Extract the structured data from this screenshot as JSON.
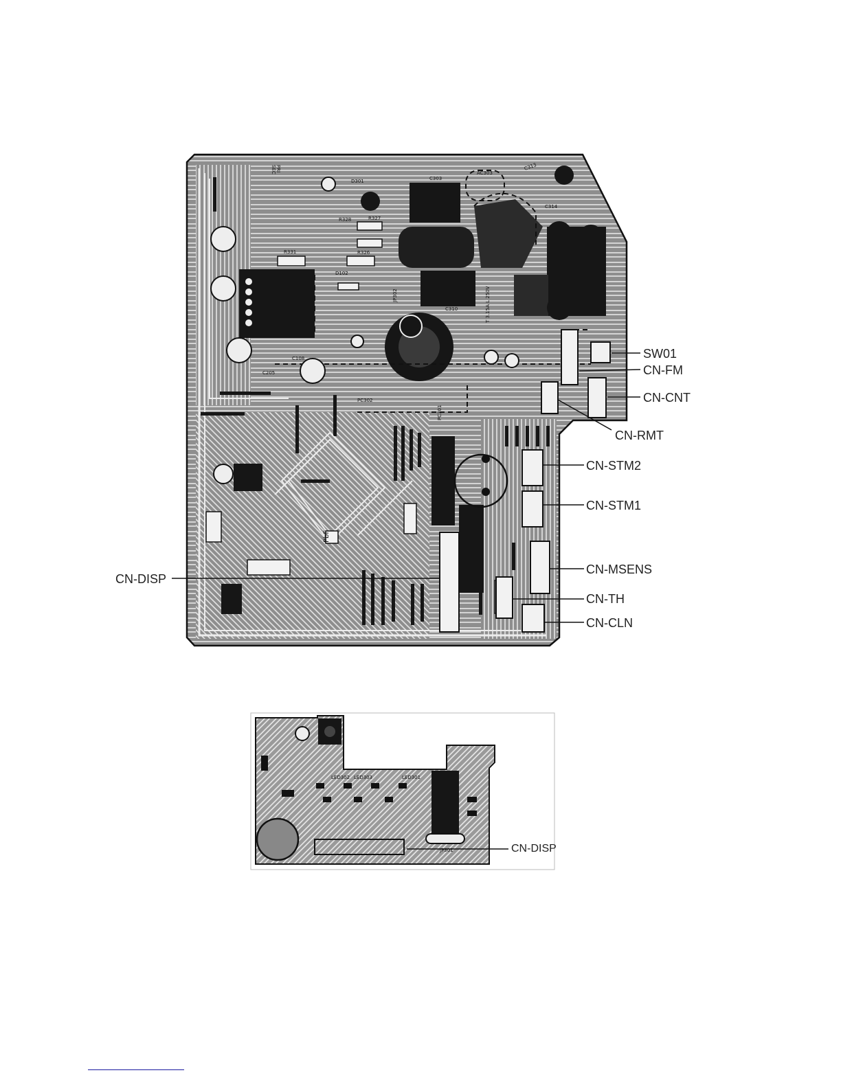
{
  "main_board": {
    "callouts": {
      "sw01": "SW01",
      "cn_fm": "CN-FM",
      "cn_cnt": "CN-CNT",
      "cn_rmt": "CN-RMT",
      "cn_stm2": "CN-STM2",
      "cn_stm1": "CN-STM1",
      "cn_msens": "CN-MSENS",
      "cn_th": "CN-TH",
      "cn_cln": "CN-CLN",
      "cn_disp": "CN-DISP"
    },
    "silkscreen": {
      "c303": "C303",
      "c313": "C313",
      "c314": "C314",
      "d301": "D301",
      "d102": "D102",
      "r326": "R326",
      "r327": "R327",
      "r328": "R328",
      "r331": "R331",
      "c108": "C108",
      "c310": "C310",
      "c205": "C205",
      "ac303": "AC303",
      "pbf": "PbF",
      "jp302": "JP302",
      "pc302": "PC302",
      "pc301": "PC301",
      "pri": "PRI",
      "sec": "SEC",
      "fuse": "T 3.15A L 250V"
    }
  },
  "display_board": {
    "callouts": {
      "cn_disp": "CN-DISP"
    },
    "silkscreen": {
      "led1": "LED302",
      "led2": "LED303",
      "led3": "LED301",
      "jp": "JP301"
    }
  },
  "colors": {
    "board_fill": "#8e8e8e",
    "copper_dark": "#161616",
    "trace_light": "#ececec",
    "outline": "#111111",
    "display_fill": "#9a9a9a",
    "footer_link": "#1a1aa0"
  }
}
